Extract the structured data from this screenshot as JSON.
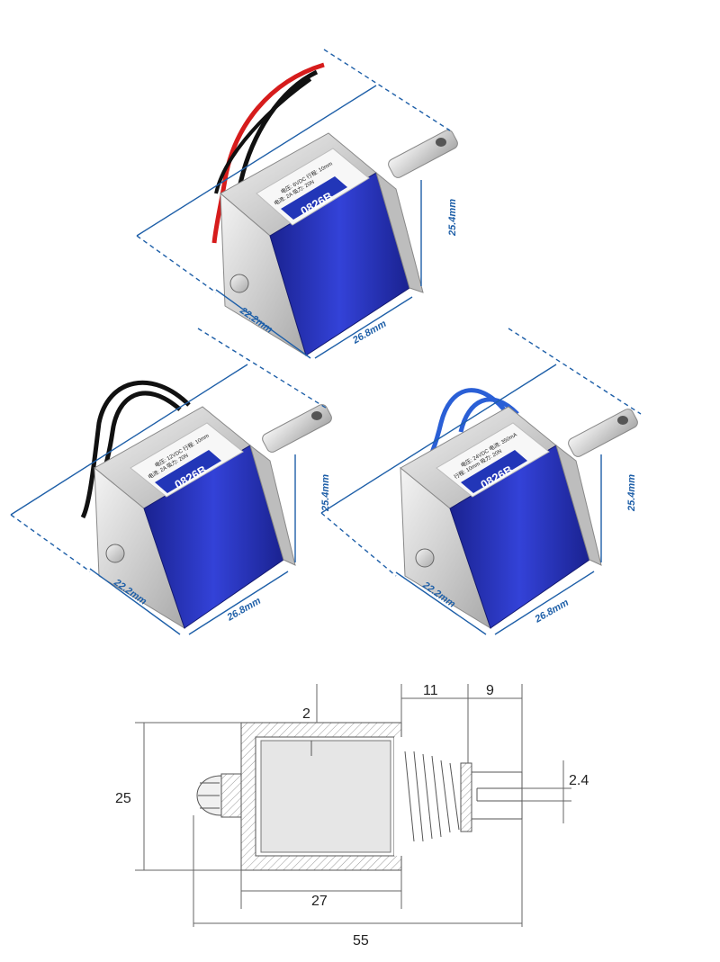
{
  "photos": [
    {
      "model": "0826B",
      "label_lines": [
        "电压: 6VDC  行程: 10mm",
        "电流: 2A  吸力: 20N"
      ],
      "dim_width": "22.2mm",
      "dim_depth": "26.8mm",
      "dim_height": "25.4mm",
      "wire_color": "#d61c1c"
    },
    {
      "model": "0826B",
      "label_lines": [
        "电压: 12VDC  行程: 10mm",
        "电流: 2A  吸力: 20N"
      ],
      "dim_width": "22.2mm",
      "dim_depth": "26.8mm",
      "dim_height": "25.4mm",
      "wire_color": "#111111"
    },
    {
      "model": "0826B",
      "label_lines": [
        "电压: 24VDC  电流: 350mA",
        "行程: 10mm  吸力: 20N"
      ],
      "dim_width": "22.2mm",
      "dim_depth": "26.8mm",
      "dim_height": "25.4mm",
      "wire_color": "#2a5fd6"
    }
  ],
  "drawing": {
    "dim_wall": "2",
    "dim_plunger_out": "11",
    "dim_plunger_tip": "9",
    "dim_slot": "2.4",
    "dim_height": "25",
    "dim_body": "27",
    "dim_total": "55"
  },
  "colors": {
    "dimension_blue": "#1e5fa8",
    "coil_blue": "#2430b8",
    "metal": "#d8d8d8"
  }
}
